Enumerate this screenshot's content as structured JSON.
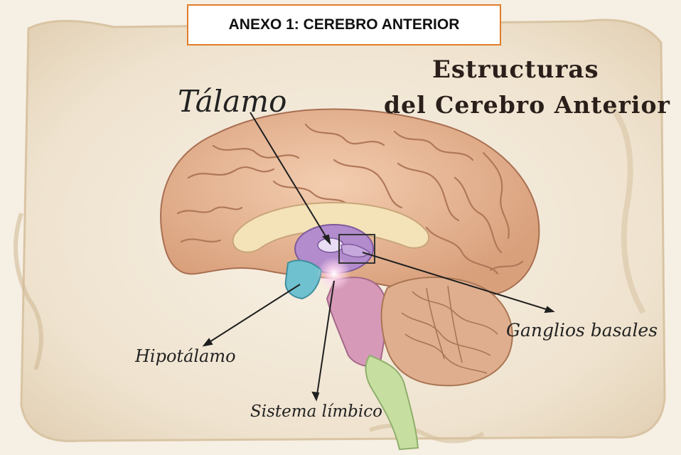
{
  "header": {
    "title": "ANEXO 1: CEREBRO ANTERIOR"
  },
  "diagram": {
    "heading_line1": "Estructuras",
    "heading_line2": "del Cerebro Anterior",
    "labels": {
      "talamo": "Tálamo",
      "hipotalamo": "Hipotálamo",
      "sistema_limbico": "Sistema límbico",
      "ganglios_basales": "Ganglios basales"
    }
  },
  "colors": {
    "title_border": "#e07d2a",
    "parchment": "#f1e6d4",
    "cerebrum": "#e9b997",
    "thalamus": "#b28ccc",
    "hypothalamus": "#6fc1cf",
    "brainstem": "#d69ab8",
    "cerebellum": "#d9a78a",
    "spinal": "#c6dfa0"
  }
}
